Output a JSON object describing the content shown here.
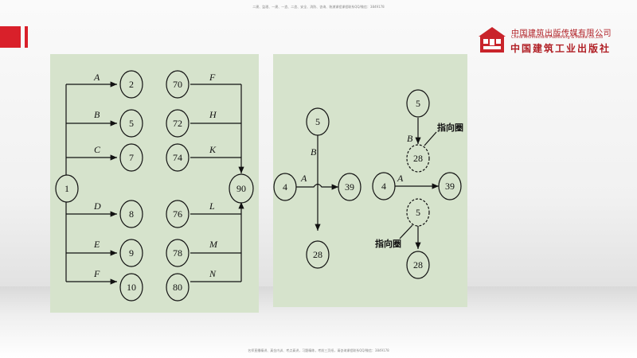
{
  "header_text": "二建、监理、一建、一造、二造、安全、消防、咨询、装潢课程课程联系QQ/微信：3849178",
  "footer_text": "名师直播精讲、真金内训、考点真讲，习题精练，考前三页纸，请咨询课程联系QQ/微信：3849178",
  "publisher": {
    "name_cn": "中国建筑出版传媒有限公司",
    "name_en": "China Architecture Publishing & Media Co.,Ltd",
    "name_script": "中国建筑工业出版社"
  },
  "left_diagram": {
    "start_node": "1",
    "end_node": "90",
    "left_column": [
      {
        "activity": "A",
        "node": "2"
      },
      {
        "activity": "B",
        "node": "5"
      },
      {
        "activity": "C",
        "node": "7"
      },
      {
        "activity": "D",
        "node": "8"
      },
      {
        "activity": "E",
        "node": "9"
      },
      {
        "activity": "F",
        "node": "10"
      }
    ],
    "right_column": [
      {
        "node": "70",
        "activity": "F"
      },
      {
        "node": "72",
        "activity": "H"
      },
      {
        "node": "74",
        "activity": "K"
      },
      {
        "node": "76",
        "activity": "L"
      },
      {
        "node": "78",
        "activity": "M"
      },
      {
        "node": "80",
        "activity": "N"
      }
    ]
  },
  "crossing_diagram_1": {
    "top_node": "5",
    "left_node": "4",
    "right_node": "39",
    "bottom_node": "28",
    "vertical_activity": "B",
    "horizontal_activity": "A"
  },
  "crossing_diagram_2": {
    "top_node": "5",
    "upper_mid_node": "28",
    "left_node": "4",
    "right_node": "39",
    "lower_mid_node": "5",
    "bottom_node": "28",
    "vertical_activity": "B",
    "horizontal_activity": "A",
    "pointer_label_top": "指向圈",
    "pointer_label_bottom": "指向圈"
  }
}
